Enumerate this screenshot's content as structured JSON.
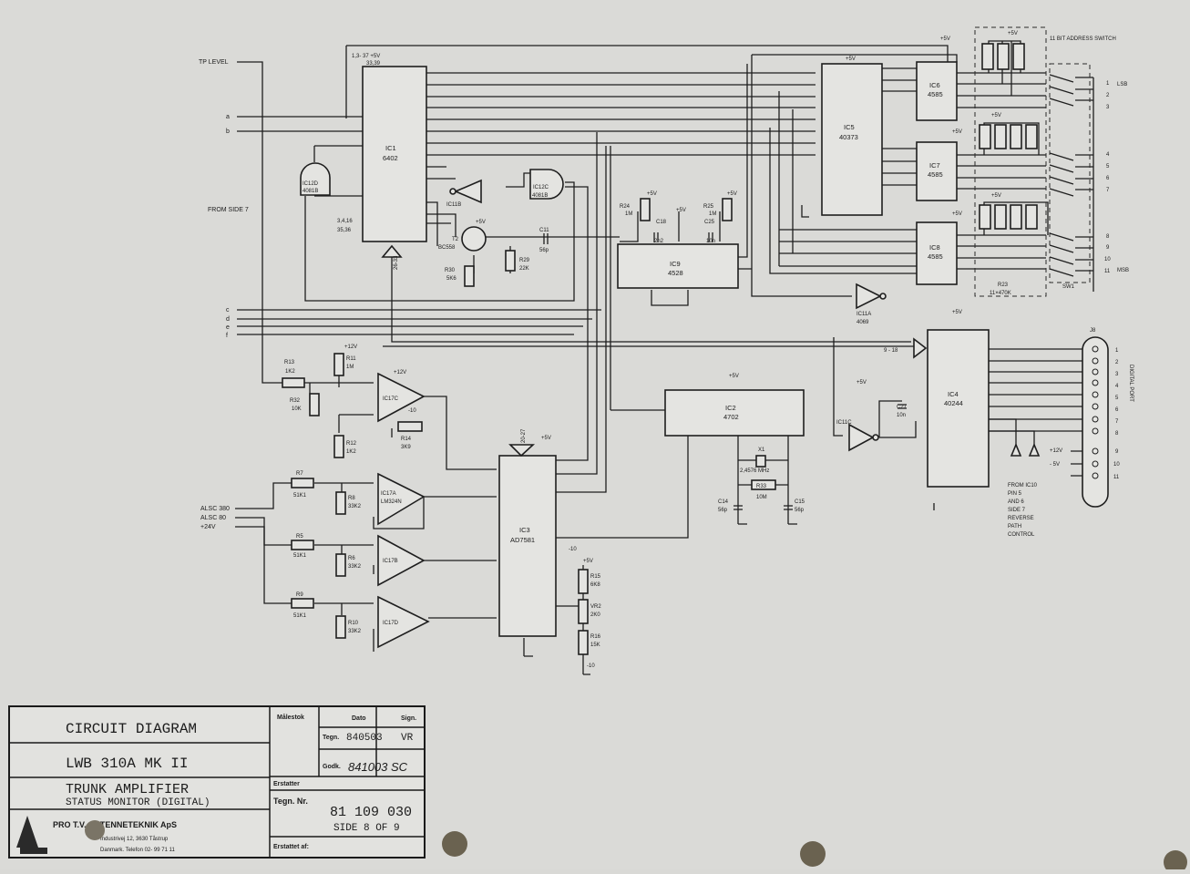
{
  "signals_left": [
    "TP LEVEL",
    "a",
    "b",
    "FROM SIDE 7",
    "c",
    "d",
    "e",
    "f",
    "ALSC 380",
    "ALSC 80",
    "+24V"
  ],
  "chips": [
    {
      "id": "ic1",
      "name": "IC1",
      "part": "6402"
    },
    {
      "id": "ic5",
      "name": "IC5",
      "part": "40373"
    },
    {
      "id": "ic6",
      "name": "IC6",
      "part": "4585"
    },
    {
      "id": "ic7",
      "name": "IC7",
      "part": "4585"
    },
    {
      "id": "ic8",
      "name": "IC8",
      "part": "4585"
    },
    {
      "id": "ic9",
      "name": "IC9",
      "part": "4528"
    },
    {
      "id": "ic2",
      "name": "IC2",
      "part": "4702"
    },
    {
      "id": "ic4",
      "name": "IC4",
      "part": "40244"
    },
    {
      "id": "ic3",
      "name": "IC3",
      "part": "AD7581"
    },
    {
      "id": "ic12c",
      "name": "IC12C",
      "part": "4081B"
    },
    {
      "id": "ic12d",
      "name": "IC12D",
      "part": "4081B"
    },
    {
      "id": "ic11b",
      "name": "IC11B",
      "part": ""
    },
    {
      "id": "ic11a",
      "name": "IC11A",
      "part": "4069"
    },
    {
      "id": "ic11c",
      "name": "IC11C",
      "part": ""
    },
    {
      "id": "ic17c",
      "name": "IC17C",
      "part": ""
    },
    {
      "id": "ic17a",
      "name": "IC17A",
      "part": "LM324N"
    },
    {
      "id": "ic17b",
      "name": "IC17B",
      "part": ""
    },
    {
      "id": "ic17d",
      "name": "IC17D",
      "part": ""
    }
  ],
  "components": [
    {
      "id": "r24",
      "ref": "R24",
      "val": "1M"
    },
    {
      "id": "c18",
      "ref": "C18",
      "val": "2n2"
    },
    {
      "id": "r25",
      "ref": "R25",
      "val": "1M"
    },
    {
      "id": "c25",
      "ref": "C25",
      "val": "10n"
    },
    {
      "id": "c11",
      "ref": "C11",
      "val": "56p"
    },
    {
      "id": "r29",
      "ref": "R29",
      "val": "22K"
    },
    {
      "id": "r30",
      "ref": "R30",
      "val": "5K6"
    },
    {
      "id": "t2",
      "ref": "T2",
      "val": "BC558"
    },
    {
      "id": "r13",
      "ref": "R13",
      "val": "1K2"
    },
    {
      "id": "r32",
      "ref": "R32",
      "val": "10K"
    },
    {
      "id": "r11",
      "ref": "R11",
      "val": "1M"
    },
    {
      "id": "r12",
      "ref": "R12",
      "val": "1K2"
    },
    {
      "id": "r14",
      "ref": "R14",
      "val": "3K9"
    },
    {
      "id": "r7",
      "ref": "R7",
      "val": "51K1"
    },
    {
      "id": "r8",
      "ref": "R8",
      "val": "33K2"
    },
    {
      "id": "r5",
      "ref": "R5",
      "val": "51K1"
    },
    {
      "id": "r6",
      "ref": "R6",
      "val": "33K2"
    },
    {
      "id": "r9",
      "ref": "R9",
      "val": "51K1"
    },
    {
      "id": "r10",
      "ref": "R10",
      "val": "33K2"
    },
    {
      "id": "r15",
      "ref": "R15",
      "val": "6K8"
    },
    {
      "id": "vr2",
      "ref": "VR2",
      "val": "2K0"
    },
    {
      "id": "r16",
      "ref": "R16",
      "val": "15K"
    },
    {
      "id": "x1",
      "ref": "X1",
      "val": "2,4576 MHz"
    },
    {
      "id": "r33",
      "ref": "R33",
      "val": "10M"
    },
    {
      "id": "c14",
      "ref": "C14",
      "val": "56p"
    },
    {
      "id": "c15",
      "ref": "C15",
      "val": "56p"
    },
    {
      "id": "c27",
      "ref": "C27",
      "val": "10n"
    },
    {
      "id": "r23",
      "ref": "R23",
      "val": "11×470K"
    },
    {
      "id": "sw1",
      "ref": "SW1",
      "val": ""
    },
    {
      "id": "j8",
      "ref": "J8",
      "val": ""
    }
  ],
  "rails": {
    "p5": "+5V",
    "p12": "+12V",
    "m10": "-10",
    "m5": "- 5V"
  },
  "switch": {
    "title": "11 BIT ADDRESS SWITCH",
    "lsb": "LSB",
    "msb": "MSB",
    "numbers": [
      "1",
      "2",
      "3",
      "4",
      "5",
      "6",
      "7",
      "8",
      "9",
      "10",
      "11"
    ]
  },
  "port": {
    "label": "DIGITAL PORT",
    "pins": [
      "1",
      "2",
      "3",
      "4",
      "5",
      "6",
      "7",
      "8",
      "9",
      "10",
      "11"
    ]
  },
  "port_supply": {
    "p12": "+12V",
    "m5": "- 5V"
  },
  "from_ic10_note": [
    "FROM IC10",
    "PIN 5",
    "AND 6",
    "SIDE 7",
    "REVERSE",
    "PATH",
    "CONTROL"
  ],
  "bus_labels": [
    "9 - 18",
    "20-27",
    "26-33"
  ],
  "ic1_pins": {
    "top": "1,3- 37 +5V",
    "top2": "33,39",
    "bot": "3,4,16",
    "bot2": "35,36"
  },
  "title_block": {
    "title1": "CIRCUIT DIAGRAM",
    "title2": "LWB 310A MK II",
    "title3": "TRUNK AMPLIFIER",
    "title4": "STATUS MONITOR (DIGITAL)",
    "maalestok": "Målestok",
    "dato": "Dato",
    "sign": "Sign.",
    "tegn": "Tegn.",
    "tegn_dato": "840503",
    "tegn_sign": "VR",
    "godk": "Godk.",
    "godk_val": "841003 SC",
    "erstatter": "Erstatter",
    "tegn_nr_label": "Tegn. Nr.",
    "tegn_nr": "81 109 030",
    "side": "SIDE 8 OF 9",
    "erstattet": "Erstattet af:",
    "company": "PRO T.V. ANTENNETEKNIK ApS",
    "addr1": "Industrivej 12, 3630 Tåstrup",
    "addr2": "Danmark. Telefon 02- 99 71 11"
  }
}
